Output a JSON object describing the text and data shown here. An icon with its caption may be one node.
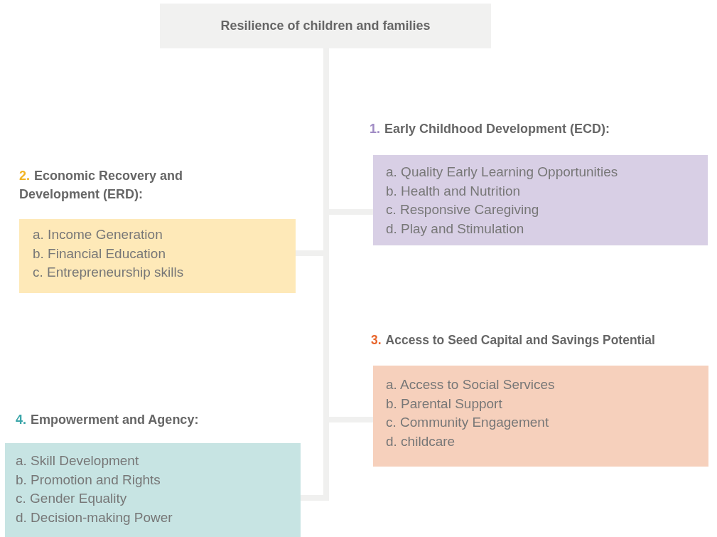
{
  "diagram": {
    "nodes": [
      {
        "text": [
          "Resilience of children and families"
        ]
      },
      {
        "text": [
          "1.",
          "Early Childhood Development (ECD):",
          "a. Quality Early Learning Opportunities",
          "b. Health and Nutrition",
          "c. Responsive Caregiving",
          "d. Play and Stimulation"
        ]
      },
      {
        "text": [
          "2.",
          "Economic Recovery and Development (ERD):",
          "a. Income Generation",
          "b. Financial Education",
          "c. Entrepreneurship skills"
        ]
      },
      {
        "text": [
          "3.",
          "Access to Seed Capital and Savings Potential",
          "a. Access to Social Services",
          "b. Parental Support",
          "c. Community Engagement",
          "d. childcare"
        ]
      },
      {
        "text": [
          "4.",
          "Empowerment and Agency:",
          "a. Skill Development",
          "b. Promotion and Rights",
          "c. Gender Equality",
          "d. Decision-making Power"
        ]
      }
    ],
    "edges": [
      {
        "from": 0,
        "to": 1,
        "arrow": "none"
      },
      {
        "from": 0,
        "to": 2,
        "arrow": "none"
      },
      {
        "from": 0,
        "to": 3,
        "arrow": "none"
      },
      {
        "from": 0,
        "to": 4,
        "arrow": "none"
      }
    ]
  }
}
